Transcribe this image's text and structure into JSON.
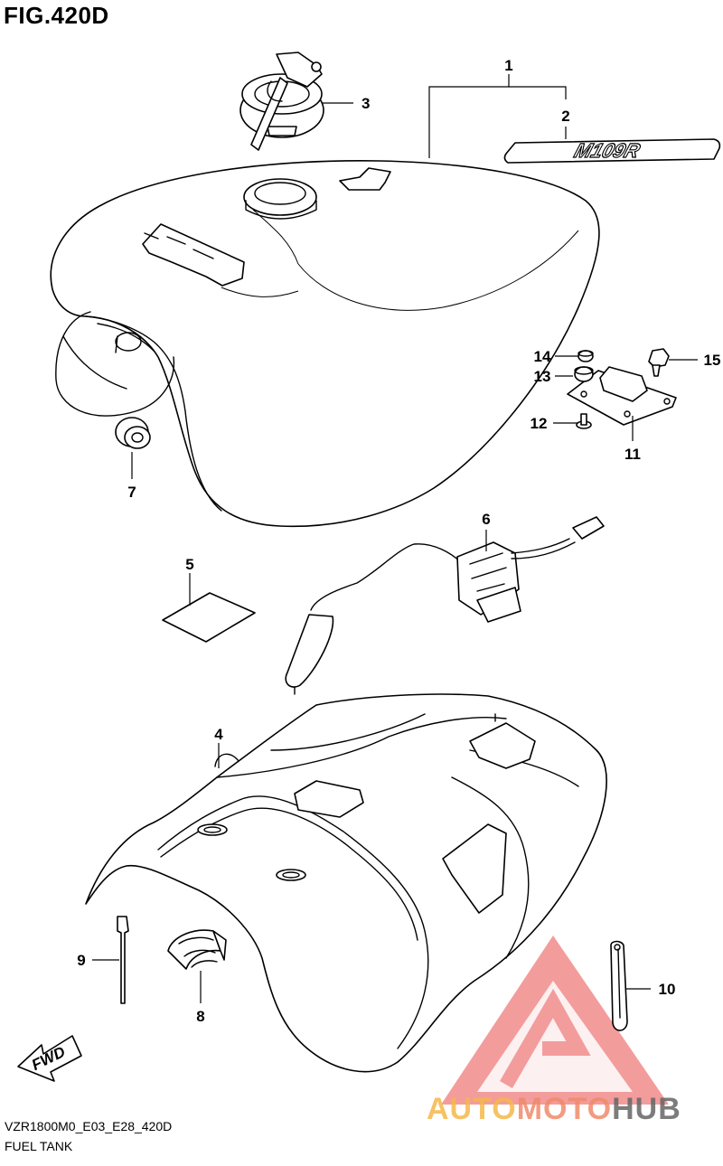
{
  "figure": {
    "title": "FIG.420D",
    "diagram_code": "VZR1800M0_E03_E28_420D",
    "section_name": "FUEL TANK"
  },
  "callouts": [
    "1",
    "2",
    "3",
    "4",
    "5",
    "6",
    "7",
    "8",
    "9",
    "10",
    "11",
    "12",
    "13",
    "14",
    "15"
  ],
  "emblem_text": "M109R",
  "badge_text": "FWD",
  "watermark": {
    "part1": "AUTO",
    "part2": "MOTO",
    "part3": "HUB",
    "colors": {
      "auto": "#f5b84a",
      "moto": "#f08a6a",
      "hub": "#666666",
      "triangle": "#f07b7b"
    }
  }
}
